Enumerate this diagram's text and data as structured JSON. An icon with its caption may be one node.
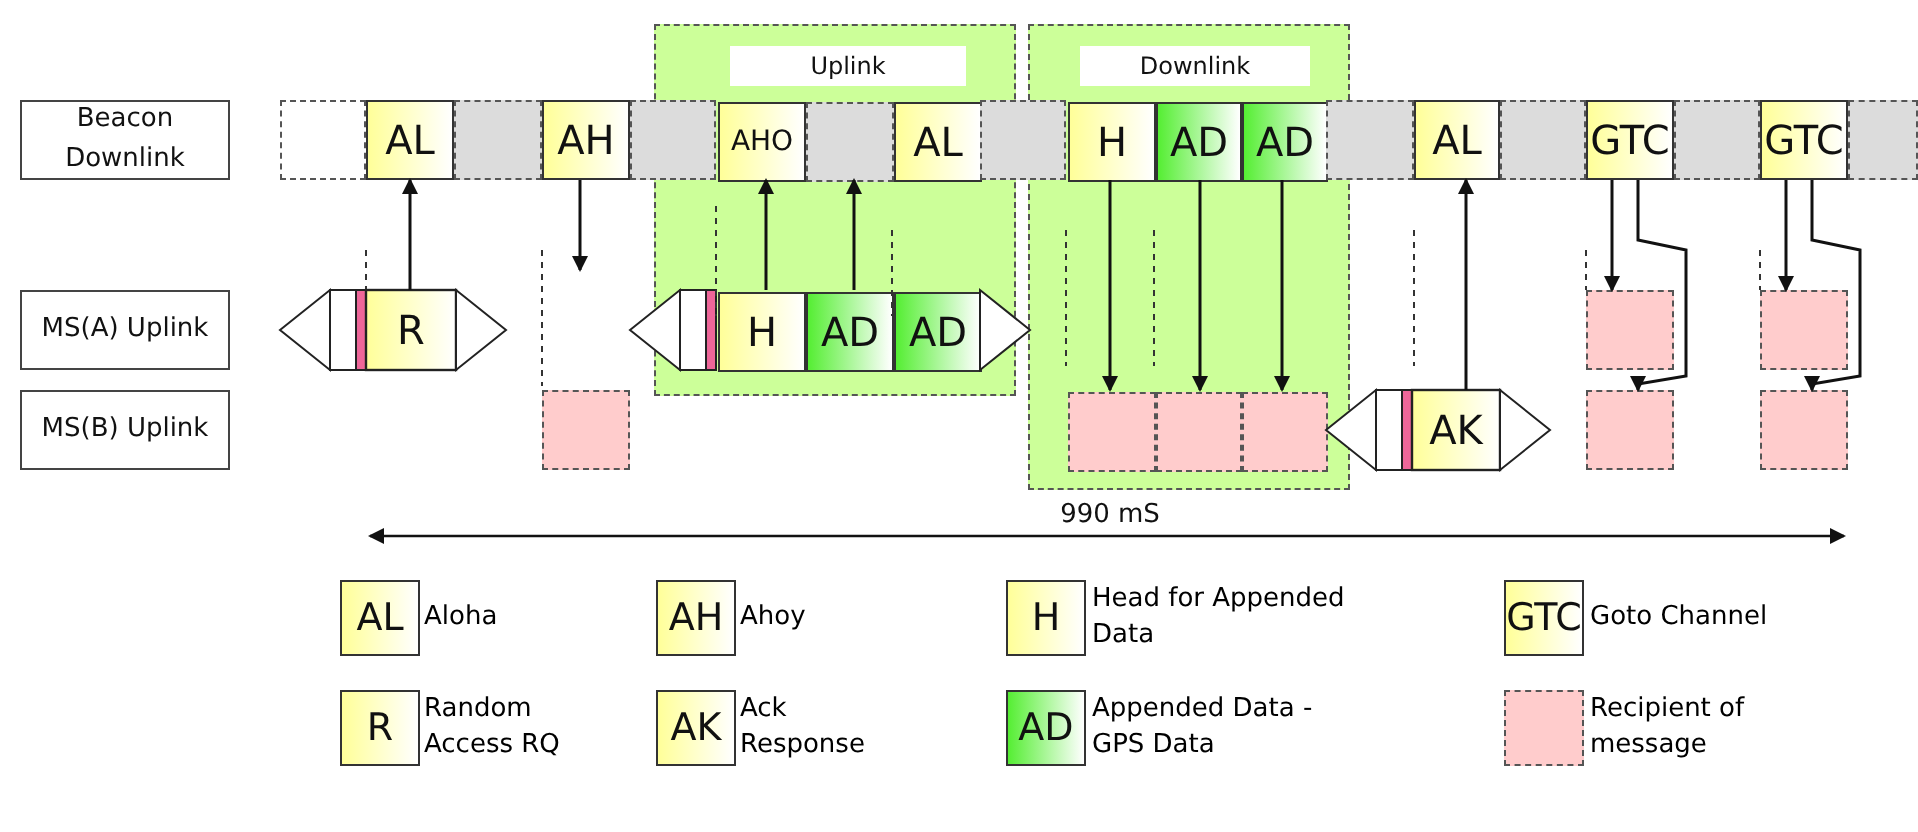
{
  "diagram": {
    "nodes": [
      {
        "text": [
          "Beacon Downlink"
        ]
      },
      {
        "text": [
          "MS(A) Uplink"
        ]
      },
      {
        "text": [
          "MS(B) Uplink"
        ]
      },
      {
        "text": [
          "Uplink"
        ]
      },
      {
        "text": [
          "Downlink"
        ]
      },
      {
        "text": [],
        "shape": "box"
      },
      {
        "text": [
          "AL"
        ]
      },
      {
        "text": [],
        "shape": "box"
      },
      {
        "text": [
          "AH"
        ]
      },
      {
        "text": [],
        "shape": "box"
      },
      {
        "text": [
          "AHO"
        ],
        "in": 3
      },
      {
        "text": [],
        "shape": "box",
        "in": 3
      },
      {
        "text": [
          "AL"
        ],
        "in": 3
      },
      {
        "text": [],
        "shape": "box"
      },
      {
        "text": [
          "H"
        ],
        "in": 4
      },
      {
        "text": [
          "AD"
        ],
        "in": 4
      },
      {
        "text": [
          "AD"
        ],
        "in": 4
      },
      {
        "text": [],
        "shape": "box"
      },
      {
        "text": [
          "AL"
        ]
      },
      {
        "text": [],
        "shape": "box"
      },
      {
        "text": [
          "GTC"
        ]
      },
      {
        "text": [],
        "shape": "box"
      },
      {
        "text": [
          "GTC"
        ]
      },
      {
        "text": [],
        "shape": "box"
      },
      {
        "text": [
          "R"
        ]
      },
      {
        "text": [
          "H"
        ],
        "in": 3
      },
      {
        "text": [
          "AD"
        ],
        "in": 3
      },
      {
        "text": [
          "AD"
        ],
        "in": 3
      },
      {
        "text": [],
        "shape": "box"
      },
      {
        "text": [],
        "shape": "box",
        "in": 4
      },
      {
        "text": [],
        "shape": "box",
        "in": 4
      },
      {
        "text": [],
        "shape": "box",
        "in": 4
      },
      {
        "text": [
          "AK"
        ]
      },
      {
        "text": [],
        "shape": "box"
      },
      {
        "text": [],
        "shape": "box"
      },
      {
        "text": [],
        "shape": "box"
      },
      {
        "text": [],
        "shape": "box"
      }
    ],
    "edges": [
      {
        "from": 24,
        "to": 6,
        "arrow": "to"
      },
      {
        "from": 8,
        "to": null,
        "arrow": "to"
      },
      {
        "from": 25,
        "to": 10,
        "arrow": "to"
      },
      {
        "from": 26,
        "to": 11,
        "arrow": "to"
      },
      {
        "from": 14,
        "to": 29,
        "arrow": "to"
      },
      {
        "from": 15,
        "to": 30,
        "arrow": "to"
      },
      {
        "from": 16,
        "to": 31,
        "arrow": "to"
      },
      {
        "from": 32,
        "to": 18,
        "arrow": "to"
      },
      {
        "from": 20,
        "to": 33,
        "arrow": "to"
      },
      {
        "from": 20,
        "to": 34,
        "arrow": "to"
      },
      {
        "from": 22,
        "to": 35,
        "arrow": "to"
      },
      {
        "from": 22,
        "to": 36,
        "arrow": "to"
      }
    ],
    "labels": [
      "990 mS",
      "AL",
      "Aloha",
      "AH",
      "Ahoy",
      "H",
      "Head for Appended Data",
      "GTC",
      "Goto Channel",
      "R",
      "Random Access RQ",
      "AK",
      "Ack Response",
      "AD",
      "Appended Data - GPS Data"
    ],
    "legend": [
      {
        "text": "Recipient of message",
        "color": "#ffcccc"
      }
    ]
  }
}
